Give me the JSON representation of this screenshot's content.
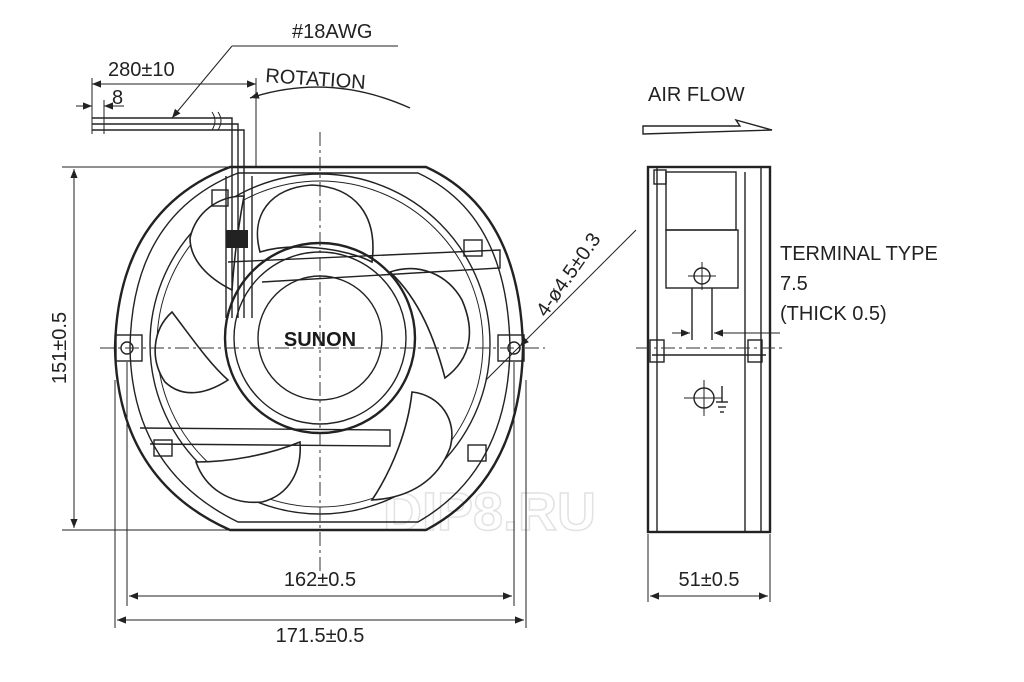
{
  "labels": {
    "wire_gauge": "#18AWG",
    "lead_length": "280±10",
    "strip_length": "8",
    "rotation": "ROTATION",
    "air_flow": "AIR FLOW",
    "hole_spec": "4-ø4.5±0.3",
    "height": "151±0.5",
    "hole_spacing": "162±0.5",
    "width": "171.5±0.5",
    "depth": "51±0.5",
    "terminal_type": "TERMINAL TYPE",
    "terminal_size": "7.5",
    "terminal_thickness": "(THICK 0.5)",
    "brand": "SUNON",
    "watermark": "DIP8.RU"
  },
  "colors": {
    "line": "#222222",
    "watermark": "#e2e2e2"
  },
  "icons": [
    "arrow-right-icon",
    "ground-symbol-icon"
  ]
}
